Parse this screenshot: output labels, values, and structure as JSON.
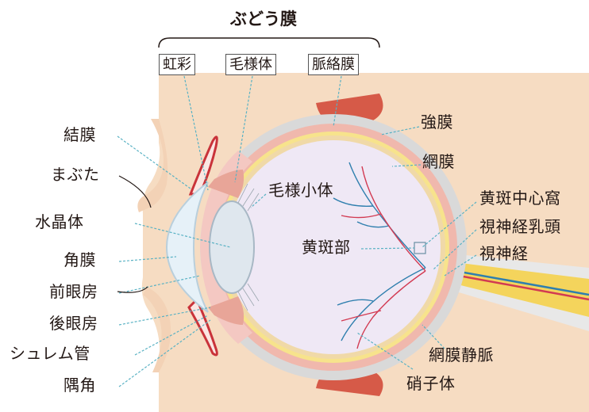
{
  "title": "ぶどう膜",
  "uvea_parts": [
    "虹彩",
    "毛様体",
    "脈絡膜"
  ],
  "labels_left": [
    "結膜",
    "まぶた",
    "水晶体",
    "角膜",
    "前眼房",
    "後眼房",
    "シュレム管",
    "隅角"
  ],
  "labels_inner": [
    "毛様小体",
    "黄斑部"
  ],
  "labels_right": [
    "強膜",
    "網膜",
    "黄斑中心窩",
    "視神経乳頭",
    "視神経",
    "網膜静脈",
    "硝子体"
  ],
  "colors": {
    "skin": "#f6dcc2",
    "sclera": "#d9d9d9",
    "choroid": "#f0b8ad",
    "retina": "#f7e38c",
    "vitreous": "#efe8f5",
    "lens": "#dfe7ee",
    "cornea": "#e6f1f8",
    "muscle": "#d65a48",
    "artery": "#d23a52",
    "vein": "#2f7fae",
    "nerve": "#f4d45c",
    "leader": "#5ab2c4"
  }
}
